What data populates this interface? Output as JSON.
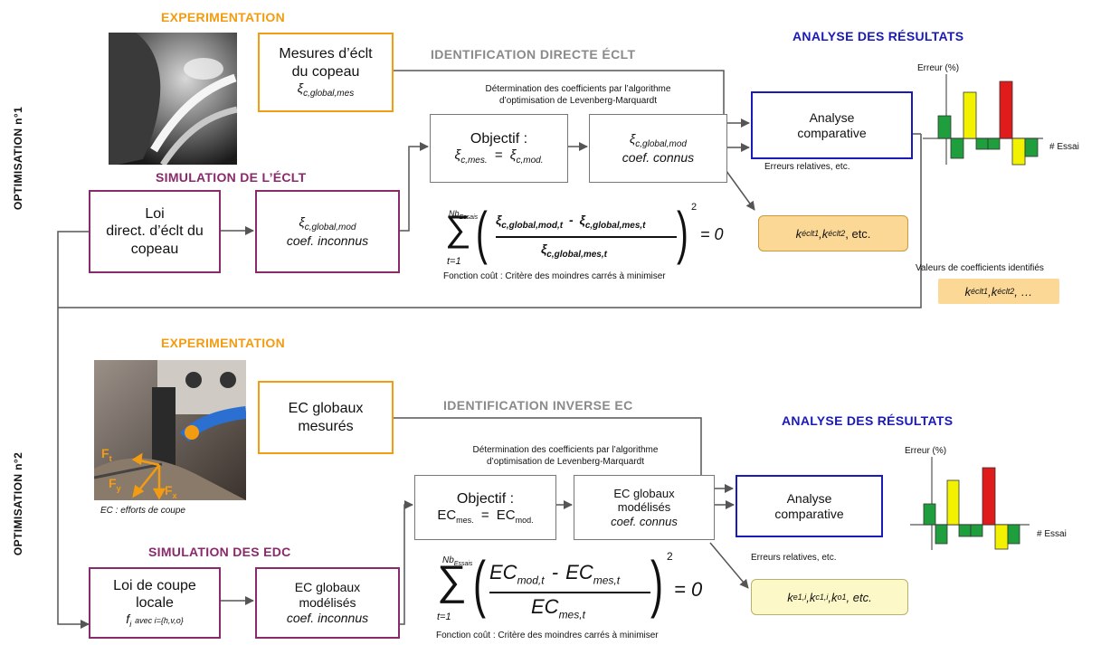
{
  "side_labels": {
    "opt1": "OPTIMISATION n°1",
    "opt2": "OPTIMISATION n°2"
  },
  "opt1": {
    "exp_title": "EXPERIMENTATION",
    "meas_box": {
      "l1": "Mesures d’éclt",
      "l2": "du copeau",
      "sym": "ξ",
      "sub": "c,global,mes"
    },
    "sim_title": "SIMULATION DE L’ÉCLT",
    "law_box": {
      "l1": "Loi",
      "l2": "direct. d’éclt du",
      "l3": "copeau"
    },
    "model_box": {
      "sym": "ξ",
      "sub": "c,global,mod",
      "l2": "coef. inconnus"
    },
    "ident_title": "IDENTIFICATION DIRECTE ÉCLT",
    "algo_l1": "Détermination des coefficients par l’algorithme",
    "algo_l2": "d’optimisation de Levenberg-Marquardt",
    "obj_box": {
      "l1": "Objectif :",
      "lhs_sym": "ξ",
      "lhs_sub": "c,mes.",
      "eq": "=",
      "rhs_sym": "ξ",
      "rhs_sub": "c,mod."
    },
    "known_box": {
      "sym": "ξ",
      "sub": "c,global,mod",
      "l2": "coef. connus"
    },
    "analysis_title": "ANALYSE DES RÉSULTATS",
    "analysis_box": {
      "l1": "Analyse",
      "l2": "comparative"
    },
    "errors_note": "Erreurs relatives, etc.",
    "chart": {
      "ylabel": "Erreur (%)",
      "xlabel": "# Essai"
    },
    "formula": {
      "sum_top": "Nb",
      "sum_top_sub": "Essais",
      "sum_bottom": "t=1",
      "num_a": "ξ",
      "num_a_sub": "c,global,mod,t",
      "num_minus": "-",
      "num_b": "ξ",
      "num_b_sub": "c,global,mes,t",
      "den": "ξ",
      "den_sub": "c,global,mes,t",
      "pow": "2",
      "eq": "= 0"
    },
    "cost_note": "Fonction coût : Critère des moindres carrés à minimiser",
    "result_box": {
      "k1": "k",
      "k1_sub": "éclt1",
      "sep": ", ",
      "k2": "k",
      "k2_sub": "éclt2",
      "tail": ", etc."
    },
    "identified_note": "Valeurs de coefficients identifiés",
    "identified_box": {
      "k1": "k",
      "k1_sub": "éclt1",
      "sep": ", ",
      "k2": "k",
      "k2_sub": "éclt2",
      "tail": " , …"
    }
  },
  "opt2": {
    "exp_title": "EXPERIMENTATION",
    "meas_box": {
      "l1": "EC globaux",
      "l2": "mesurés"
    },
    "photo_labels": {
      "ft": "F",
      "ft_sub": "t",
      "fy": "F",
      "fy_sub": "y",
      "fx": "F",
      "fx_sub": "x"
    },
    "photo_caption": "EC : efforts de coupe",
    "sim_title": "SIMULATION DES EDC",
    "law_box": {
      "l1": "Loi de coupe",
      "l2": "locale",
      "f": "f",
      "f_sub": "i",
      "f_tail": "avec i={h,v,o}"
    },
    "model_box": {
      "l1": "EC globaux",
      "l2": "modélisés",
      "l3": "coef. inconnus"
    },
    "ident_title": "IDENTIFICATION INVERSE EC",
    "algo_l1": "Détermination des coefficients par l’algorithme",
    "algo_l2": "d’optimisation de Levenberg-Marquardt",
    "obj_box": {
      "l1": "Objectif :",
      "lhs": "EC",
      "lhs_sub": "mes.",
      "eq": "=",
      "rhs": "EC",
      "rhs_sub": "mod."
    },
    "known_box": {
      "l1": "EC globaux",
      "l2": "modélisés",
      "l3": "coef. connus"
    },
    "analysis_title": "ANALYSE DES RÉSULTATS",
    "analysis_box": {
      "l1": "Analyse",
      "l2": "comparative"
    },
    "errors_note": "Erreurs relatives, etc.",
    "chart": {
      "ylabel": "Erreur (%)",
      "xlabel": "# Essai"
    },
    "formula": {
      "sum_top": "Nb",
      "sum_top_sub": "Essais",
      "sum_bottom": "t=1",
      "num_a": "EC",
      "num_a_sub": "mod,t",
      "num_minus": "-",
      "num_b": "EC",
      "num_b_sub": "mes,t",
      "den": "EC",
      "den_sub": "mes,t",
      "pow": "2",
      "eq": "= 0"
    },
    "cost_note": "Fonction coût : Critère des moindres carrés à minimiser",
    "result_box": {
      "k1": "k",
      "k1_sub": "e1,i",
      "k2": "k",
      "k2_sub": "c1,i",
      "k3": "k",
      "k3_sub": "o1",
      "tail": ", etc.",
      "sep": ", "
    }
  },
  "colors": {
    "orange": "#f39c12",
    "purple": "#8b2a6b",
    "gray": "#8a8a8a",
    "blue": "#1a1ab8",
    "bar_green": "#1e9e3c",
    "bar_yellow": "#f2f200",
    "bar_red": "#e01b1b",
    "result_fill_1": "#fbd896",
    "result_fill_2": "#fdf8c8"
  }
}
